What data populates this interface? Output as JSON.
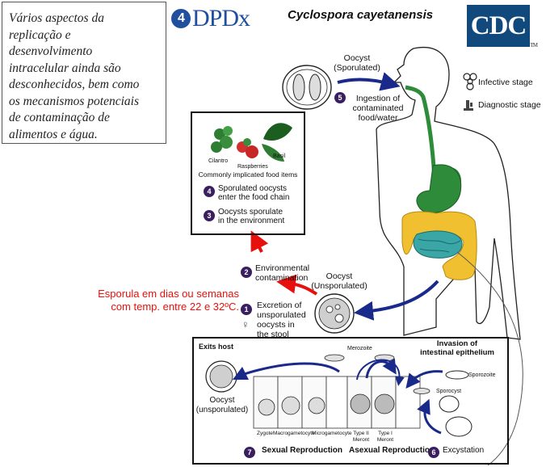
{
  "note": {
    "lines": [
      "Vários aspectos da",
      "replicação e",
      "desenvolvimento",
      "intracelular ainda são",
      "desconhecidos, bem como",
      "os mecanismos potenciais",
      "de contaminação de",
      "alimentos e água."
    ]
  },
  "header": {
    "logo_mark": "4",
    "logo_text": "DPDx",
    "species": "Cyclospora cayetanensis",
    "cdc": "CDC",
    "cdc_tm": "TM"
  },
  "legend": {
    "infective": "Infective stage",
    "diagnostic": "Diagnostic stage"
  },
  "oocyst_sporulated": [
    "Oocyst",
    "(Sporulated)"
  ],
  "step5": {
    "num": "5",
    "lines": [
      "Ingestion of",
      "contaminated",
      "food/water"
    ]
  },
  "foods": {
    "cilantro": "Cilantro",
    "basil": "Basil",
    "raspberries": "Raspberries",
    "caption": "Commonly implicated food items"
  },
  "step4": {
    "num": "4",
    "lines": [
      "Sporulated oocysts",
      "enter the food chain"
    ]
  },
  "step3": {
    "num": "3",
    "lines": [
      "Oocysts sporulate",
      "in the environment"
    ]
  },
  "step2": {
    "num": "2",
    "lines": [
      "Environmental",
      "contamination"
    ]
  },
  "red_note": [
    "Esporula em dias ou semanas",
    "com temp. entre 22 e 32ºC."
  ],
  "oocyst_unsporulated": [
    "Oocyst",
    "(Unsporulated)"
  ],
  "step1": {
    "num": "1",
    "lines": [
      "Excretion of",
      "unsporulated",
      "oocysts in",
      "the stool"
    ]
  },
  "bottom": {
    "exits_host": "Exits host",
    "invasion": [
      "Invasion of",
      "intestinal epithelium"
    ],
    "merozoite": "Merozoite",
    "sporozoite": "Sporozoite",
    "sporocyst": "Sporocyst",
    "oocyst_unsp": [
      "Oocyst",
      "(unsporulated)"
    ],
    "zygote": "Zygote",
    "macro": "Macrogametocyte",
    "micro": "Microgametocyte",
    "type2": [
      "Type II",
      "Meront"
    ],
    "type1": [
      "Type I",
      "Meront"
    ],
    "step7": {
      "num": "7",
      "label": "Sexual Reproduction"
    },
    "asexual": "Asexual Reproduction",
    "step6": {
      "num": "6",
      "label": "Excystation"
    }
  },
  "colors": {
    "arrow_blue": "#1a2a8a",
    "arrow_red": "#e8100c",
    "stomach_green": "#2e8b3a",
    "colon_yellow": "#f0c030",
    "intestine_teal": "#3aa6a6",
    "step_purple": "#3a1f60"
  }
}
